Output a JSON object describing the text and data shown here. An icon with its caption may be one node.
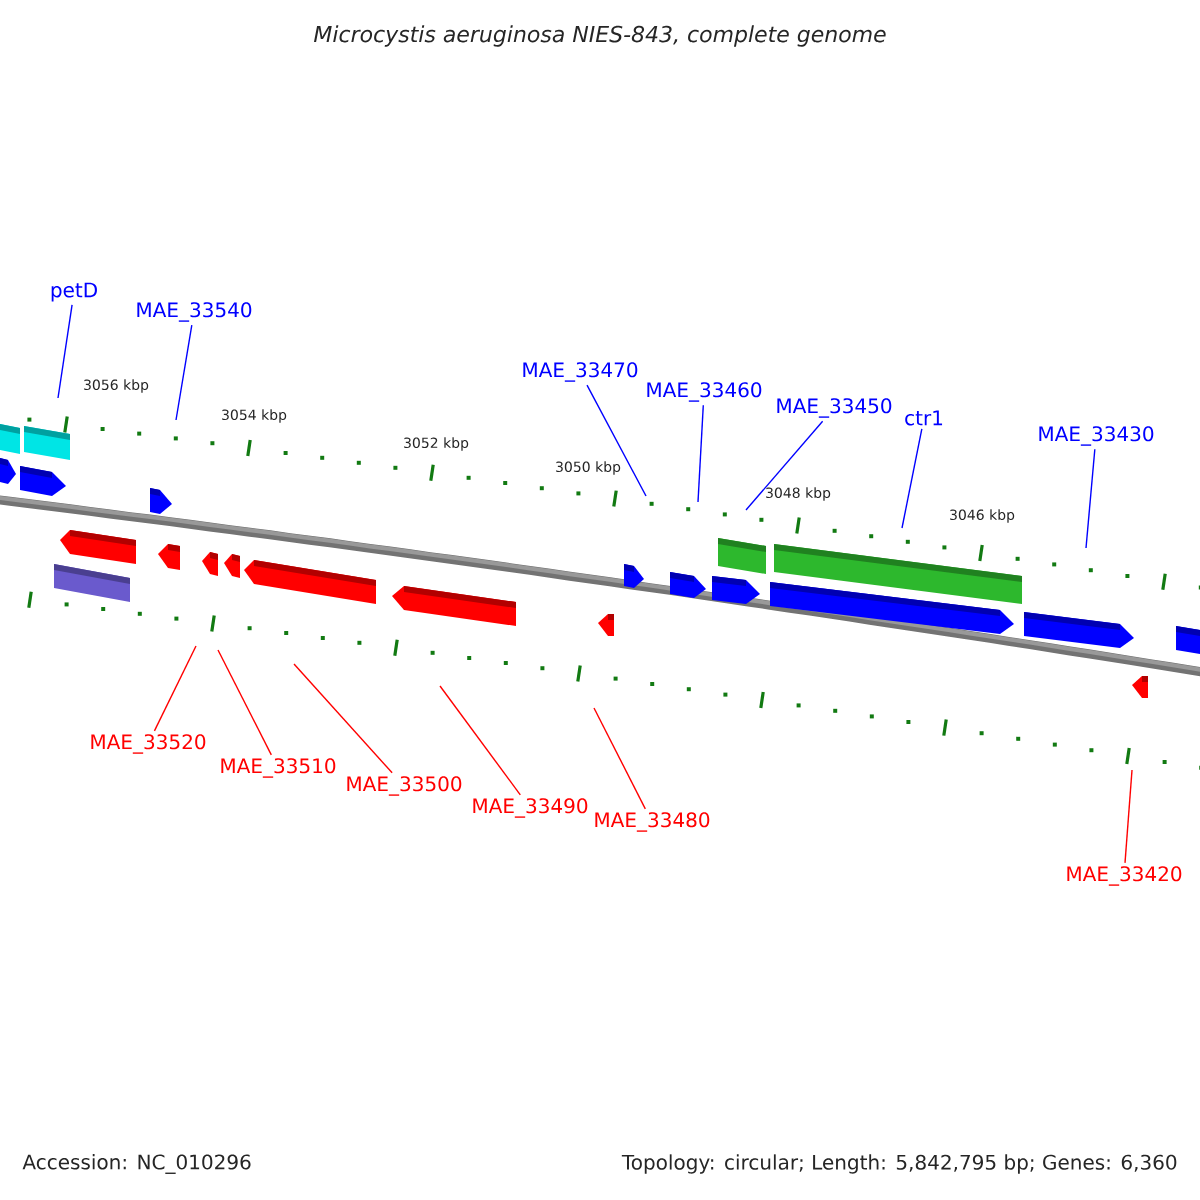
{
  "diagram": {
    "title": "Microcystis aeruginosa NIES-843, complete genome",
    "nodes": [
      {
        "text": [
          "petD"
        ]
      },
      {
        "text": [
          "MAE_33540"
        ]
      },
      {
        "text": [
          "MAE_33470"
        ]
      },
      {
        "text": [
          "MAE_33460"
        ]
      },
      {
        "text": [
          "MAE_33450"
        ]
      },
      {
        "text": [
          "ctr1"
        ]
      },
      {
        "text": [
          "MAE_33430"
        ]
      },
      {
        "text": [
          "MAE_33520"
        ]
      },
      {
        "text": [
          "MAE_33510"
        ]
      },
      {
        "text": [
          "MAE_33500"
        ]
      },
      {
        "text": [
          "MAE_33490"
        ]
      },
      {
        "text": [
          "MAE_33480"
        ]
      },
      {
        "text": [
          "MAE_33420"
        ]
      }
    ],
    "edges": [
      {
        "from": 0,
        "to": null,
        "arrow": "none"
      },
      {
        "from": 1,
        "to": null,
        "arrow": "none"
      },
      {
        "from": 2,
        "to": null,
        "arrow": "none"
      },
      {
        "from": 3,
        "to": null,
        "arrow": "none"
      },
      {
        "from": 4,
        "to": null,
        "arrow": "none"
      },
      {
        "from": 5,
        "to": null,
        "arrow": "none"
      },
      {
        "from": 6,
        "to": null,
        "arrow": "none"
      },
      {
        "from": 7,
        "to": null,
        "arrow": "none",
        "color": "#ff0000"
      },
      {
        "from": 8,
        "to": null,
        "arrow": "none",
        "color": "#ff0000"
      },
      {
        "from": 9,
        "to": null,
        "arrow": "none",
        "color": "#ff0000"
      },
      {
        "from": 10,
        "to": null,
        "arrow": "none",
        "color": "#ff0000"
      },
      {
        "from": 11,
        "to": null,
        "arrow": "none",
        "color": "#ff0000"
      },
      {
        "from": 12,
        "to": null,
        "arrow": "none",
        "color": "#ff0000"
      }
    ],
    "labels": [
      "3056 kbp",
      "3054 kbp",
      "3052 kbp",
      "3050 kbp",
      "3048 kbp",
      "3046 kbp",
      "Accession: NC_010296",
      "Topology: circular; Length: 5,842,795 bp; Genes: 6,360"
    ]
  }
}
